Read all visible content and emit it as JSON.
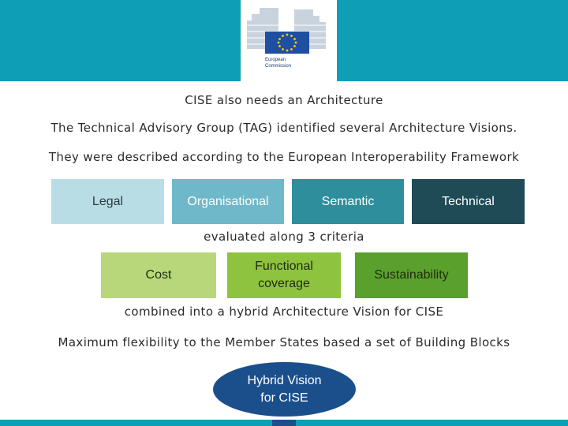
{
  "header": {
    "logo_line1": "European",
    "logo_line2": "Commission",
    "brand_color": "#0e9fb6"
  },
  "slide": {
    "title": "CISE also needs an Architecture",
    "line_tag": "The Technical Advisory Group (TAG) identified several Architecture Visions.",
    "line_eif": "They were described according to the European Interoperability Framework",
    "line_criteria": "evaluated along 3 criteria",
    "line_combined": "combined into a hybrid Architecture Vision for CISE",
    "line_flexibility": "Maximum flexibility to the Member States based a set of Building Blocks"
  },
  "layers": [
    {
      "label": "Legal",
      "color": "#b9dde5"
    },
    {
      "label": "Organisational",
      "color": "#6fb8c9"
    },
    {
      "label": "Semantic",
      "color": "#2f8e9c"
    },
    {
      "label": "Technical",
      "color": "#1f4b57"
    }
  ],
  "criteria": [
    {
      "label": "Cost",
      "color": "#b8d77a"
    },
    {
      "label": "Functional coverage",
      "color": "#8ec33f"
    },
    {
      "label": "Sustainability",
      "color": "#5aa02c"
    }
  ],
  "result": {
    "label": "Hybrid Vision for CISE",
    "color": "#1b4f8c"
  }
}
